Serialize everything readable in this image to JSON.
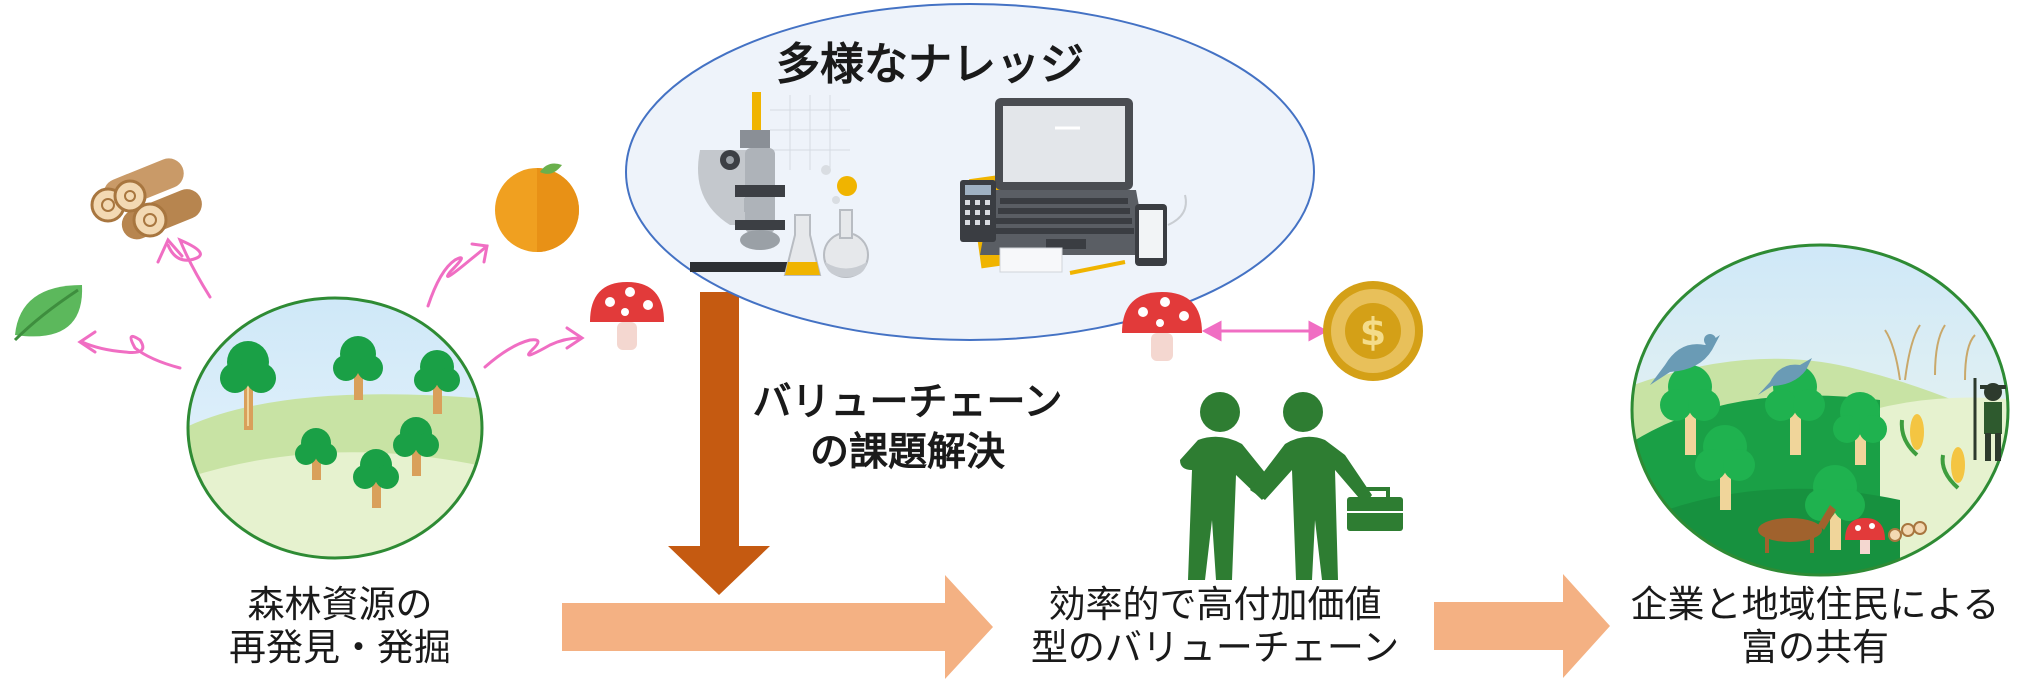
{
  "knowledge_title": "多様なナレッジ",
  "challenge_label": {
    "line1": "バリューチェーン",
    "line2": "の課題解決"
  },
  "stages": [
    {
      "line1": "森林資源の",
      "line2": "再発見・発掘"
    },
    {
      "line1": "効率的で高付加価値",
      "line2": "型のバリューチェーン"
    },
    {
      "line1": "企業と地域住民による",
      "line2": "富の共有"
    }
  ],
  "colors": {
    "flow_arrow": "#f4b183",
    "down_arrow": "#c55a11",
    "ellipse_border": "#4472c4",
    "forest_green": "#1aa046",
    "handshake_green": "#2e7d32",
    "pink_arrow": "#f06ec3"
  },
  "icons": [
    "logs-icon",
    "leaf-icon",
    "orange-icon",
    "mushroom-icon",
    "microscope-icon",
    "flask-icon",
    "laptop-icon",
    "calculator-icon",
    "phone-icon",
    "coin-icon",
    "handshake-icon",
    "briefcase-icon",
    "bird-icon",
    "farmer-icon",
    "corn-icon",
    "deer-icon"
  ]
}
